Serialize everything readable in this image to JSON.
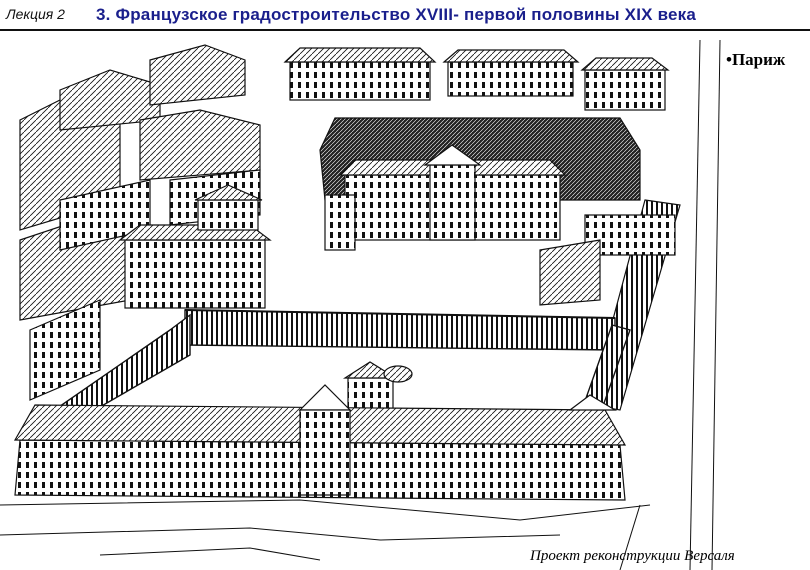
{
  "header": {
    "lecture": "Лекция 2",
    "title": "3. Французское  градостроительство XVIII- первой половины XIX века"
  },
  "slide": {
    "city_label": "•Париж",
    "caption": "Проект реконструкции Версаля"
  },
  "colors": {
    "title": "#1a1f8c",
    "ink": "#111111",
    "background": "#ffffff"
  }
}
